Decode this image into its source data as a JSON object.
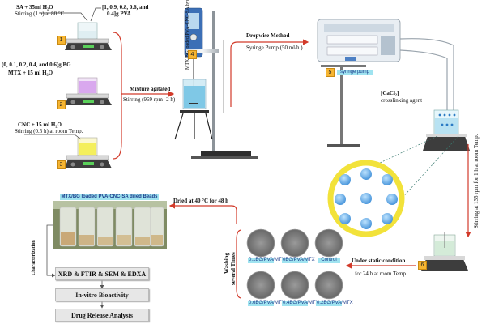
{
  "step1": {
    "title": "SA + 35ml H₂O",
    "condition": "Stirring (1 h) at 80 °C",
    "pva_line1": "[1, 0.9, 0.8, 0.6, and",
    "pva_line2": "0.4]g  PVA",
    "badge": "1"
  },
  "step2": {
    "bg_line": "(0, 0.1, 0.2, 0.4, and 0.6)g  BG",
    "mtx_line": "MTX + 15 ml H₂O",
    "badge": "2"
  },
  "step3": {
    "title": "CNC + 15 ml H₂O",
    "condition": "Stirring (0.5 h) at room Temp.",
    "badge": "3"
  },
  "mixing": {
    "title": "Mixture agitated",
    "condition": "Stirring (969 rpm -2 h)",
    "vertical_label": "MTX/BG loaded PVA-CNC-SA hydrogel",
    "badge": "4"
  },
  "dropwise": {
    "title": "Dropwise Method",
    "subtitle": "Syringe Pump (50 ml/h.)",
    "pump_label": "syringe pump",
    "badge": "5"
  },
  "crosslink": {
    "formula": "[CaCl₂]",
    "label": "crosslinking agent"
  },
  "stirring_vertical": "Stirring at 135 rpm for 1 h at room Temp.",
  "static": {
    "title": "Under static condition",
    "subtitle": "for 24 h at room Temp.",
    "badge": "6"
  },
  "washing": {
    "line1": "Washing",
    "line2": "several Times"
  },
  "beads": {
    "top_row": [
      "0.1BG/PVA/MTX",
      "0BG/PVA/MTX",
      "Control"
    ],
    "bottom_row": [
      "0.6BG/PVA/MTX",
      "0.4BG/PVA/MTX",
      "0.2BG/PVA/MTX"
    ]
  },
  "dried": {
    "label": "Dried at 40 °C for 48 h",
    "photo_title": "MTX/BG loaded PVA-CNC-SA dried Beads"
  },
  "characterization": {
    "label": "Characterization",
    "boxes": [
      "XRD & FTIR & SEM & EDXA",
      "In-vitro Bioactivity",
      "Drug Release Analysis"
    ]
  },
  "colors": {
    "arrow_red": "#d23a2a",
    "badge_orange": "#f6b532",
    "label_cyan": "#9fe3f0",
    "bead_blue": "#5aa9e6",
    "zoom_yellow": "#f2e23a"
  },
  "icons": [
    "magnetic-stirrer-icon",
    "overhead-stirrer-icon",
    "syringe-pump-icon",
    "beaker-icon",
    "petri-dish-icon"
  ]
}
